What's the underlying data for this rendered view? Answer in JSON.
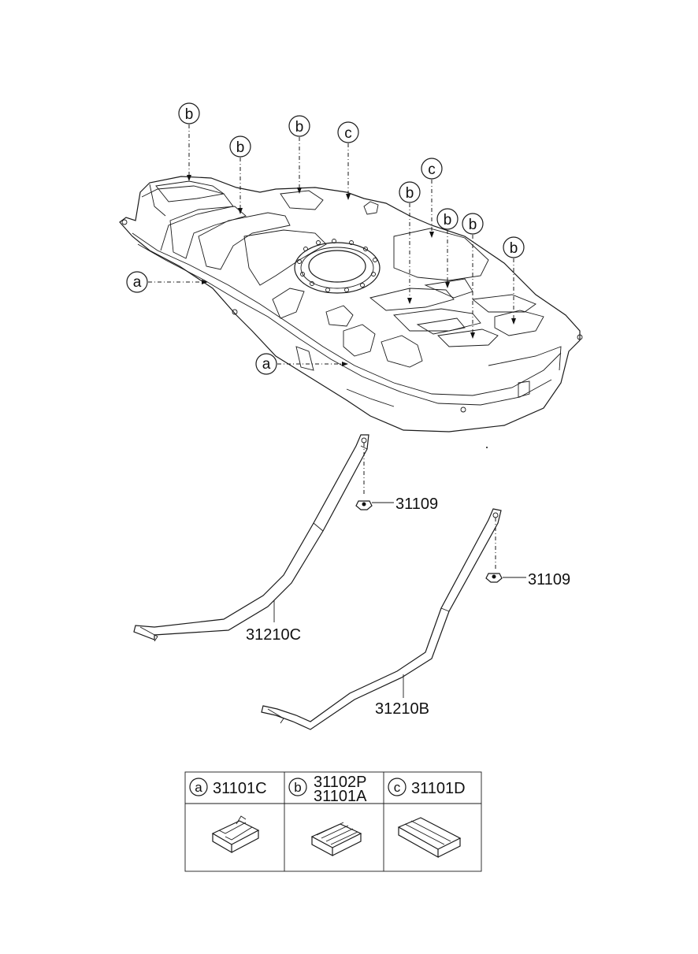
{
  "callouts": {
    "a": "a",
    "b": "b",
    "c": "c"
  },
  "parts": {
    "nut_front": "31109",
    "nut_rear": "31109",
    "strap_front": "31210C",
    "strap_rear": "31210B"
  },
  "legend": {
    "cells": [
      {
        "letter": "a",
        "codes": [
          "31101C"
        ]
      },
      {
        "letter": "b",
        "codes": [
          "31102P",
          "31101A"
        ]
      },
      {
        "letter": "c",
        "codes": [
          "31101D"
        ]
      }
    ]
  }
}
